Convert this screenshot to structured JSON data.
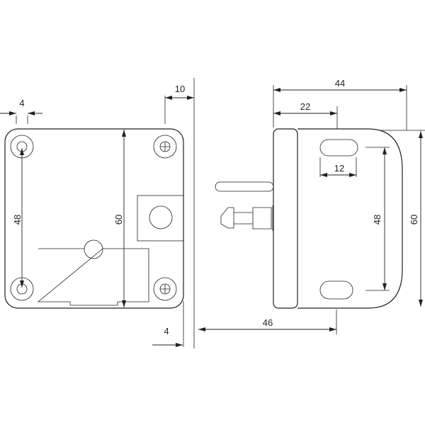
{
  "drawing": {
    "front_view": {
      "dim_hole_offset": "4",
      "dim_edge_to_wall": "10",
      "dim_hole_spacing": "48",
      "dim_height": "60",
      "dim_bottom_offset": "4"
    },
    "side_view": {
      "dim_total_width": "44",
      "dim_slot_position": "22",
      "dim_slot_length": "12",
      "dim_slot_spacing": "48",
      "dim_height": "60",
      "dim_projection": "46"
    }
  }
}
